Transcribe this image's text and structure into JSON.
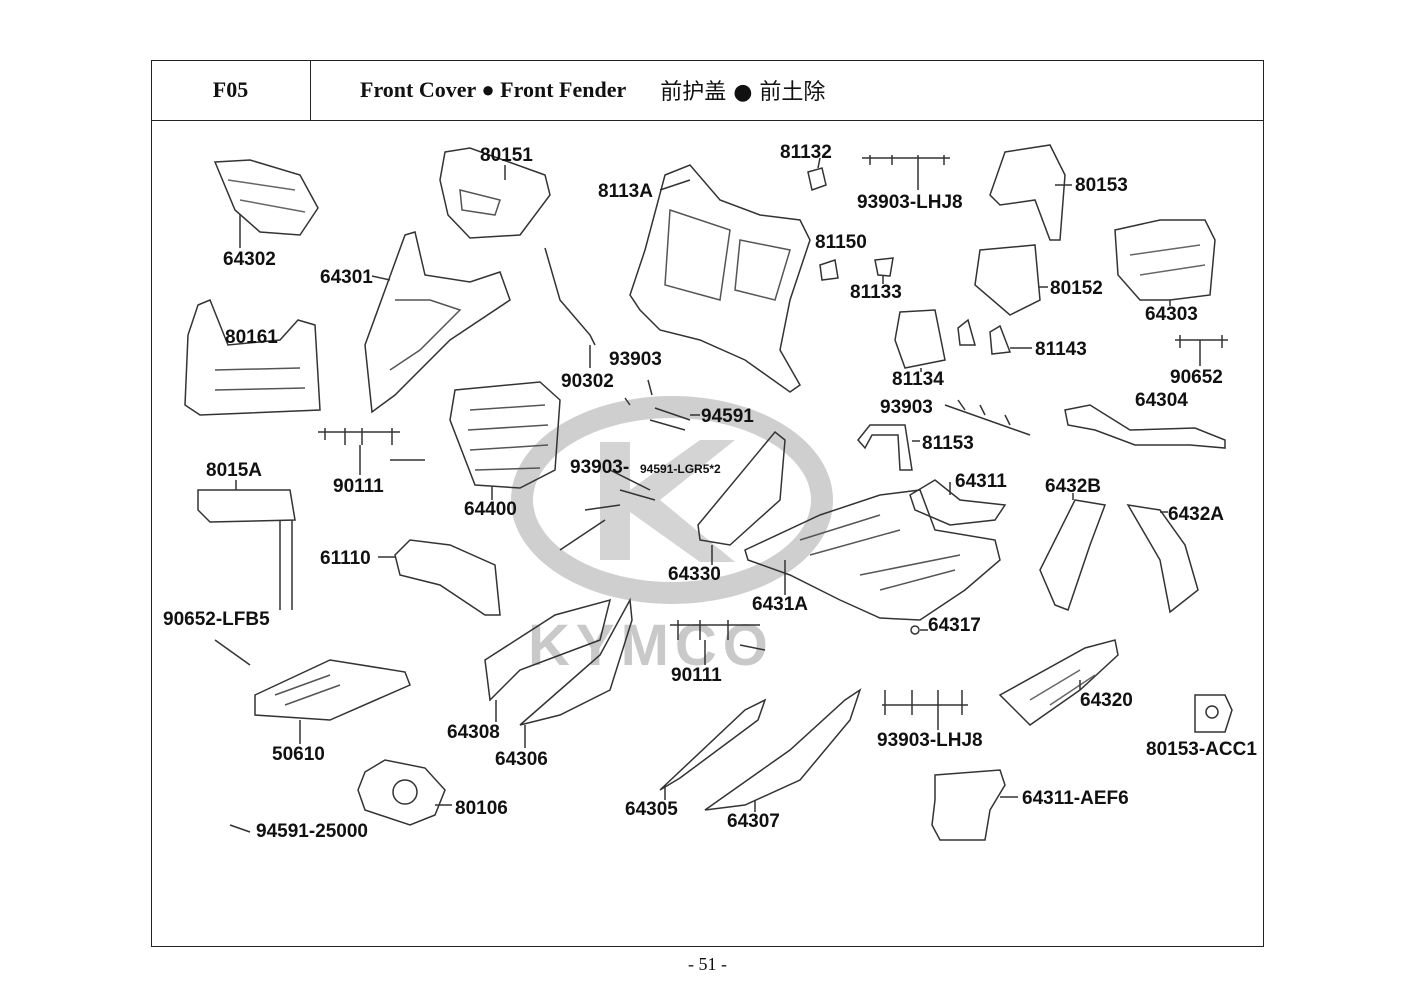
{
  "header": {
    "code": "F05",
    "title_en": "Front Cover ● Front Fender",
    "title_cn": "前护盖 ● 前土除"
  },
  "watermark": "KYMCO",
  "page_number": "- 51 -",
  "parts": {
    "p64302": "64302",
    "p80151": "80151",
    "p8113A": "8113A",
    "p81132": "81132",
    "p93903_LHJ8_top": "93903-LHJ8",
    "p80153": "80153",
    "p64301": "64301",
    "p81150": "81150",
    "p81133": "81133",
    "p80152": "80152",
    "p64303": "64303",
    "p80161": "80161",
    "p90302": "90302",
    "p93903_a": "93903",
    "p81134": "81134",
    "p81143": "81143",
    "p90652": "90652",
    "p94591": "94591",
    "p93903_b": "93903",
    "p64304": "64304",
    "p81153": "81153",
    "p8015A": "8015A",
    "p90111_a": "90111",
    "p93903_c": "93903-",
    "p94591_LGR5": "94591-LGR5*2",
    "p64400": "64400",
    "p64311": "64311",
    "p6432B": "6432B",
    "p6432A": "6432A",
    "p61110": "61110",
    "p64330": "64330",
    "p6431A": "6431A",
    "p90652_LFB5": "90652-LFB5",
    "p64317": "64317",
    "p90111_b": "90111",
    "p64320": "64320",
    "p64308": "64308",
    "p50610": "50610",
    "p64306": "64306",
    "p93903_LHJ8_bottom": "93903-LHJ8",
    "p80153_ACC1": "80153-ACC1",
    "p80106": "80106",
    "p64305": "64305",
    "p64307": "64307",
    "p64311_AEF6": "64311-AEF6",
    "p94591_25000": "94591-25000"
  }
}
